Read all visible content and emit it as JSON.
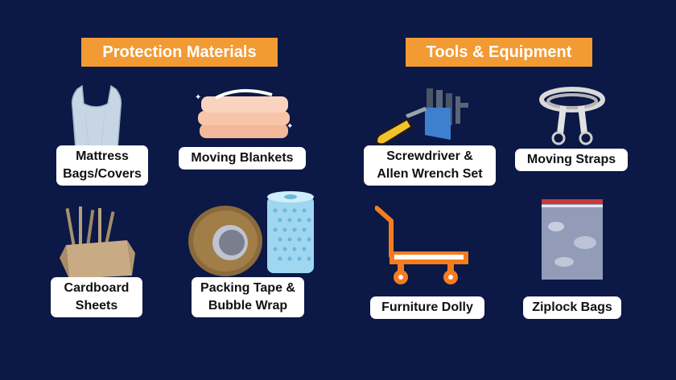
{
  "sections": {
    "protection": {
      "title": "Protection Materials"
    },
    "tools": {
      "title": "Tools & Equipment"
    }
  },
  "items": {
    "mattress_bags": {
      "line1": "Mattress",
      "line2": "Bags/Covers",
      "icon": "plastic-bag-icon"
    },
    "moving_blankets": {
      "line1": "Moving Blankets",
      "icon": "folded-blankets-icon"
    },
    "cardboard_sheets": {
      "line1": "Cardboard",
      "line2": "Sheets",
      "icon": "cardboard-box-icon"
    },
    "tape_bubble": {
      "line1": "Packing Tape &",
      "line2": "Bubble Wrap",
      "icon": "tape-and-bubble-wrap-icon"
    },
    "screwdriver": {
      "line1": "Screwdriver &",
      "line2": "Allen Wrench Set",
      "icon": "screwdriver-allen-wrench-icon"
    },
    "moving_straps": {
      "line1": "Moving Straps",
      "icon": "moving-straps-icon"
    },
    "furniture_dolly": {
      "line1": "Furniture Dolly",
      "icon": "dolly-icon"
    },
    "ziplock_bags": {
      "line1": "Ziplock Bags",
      "icon": "ziplock-bag-icon"
    }
  },
  "colors": {
    "background": "#0c1846",
    "header": "#f29b34",
    "label_bg": "#ffffff",
    "dolly_orange": "#f47c20"
  }
}
